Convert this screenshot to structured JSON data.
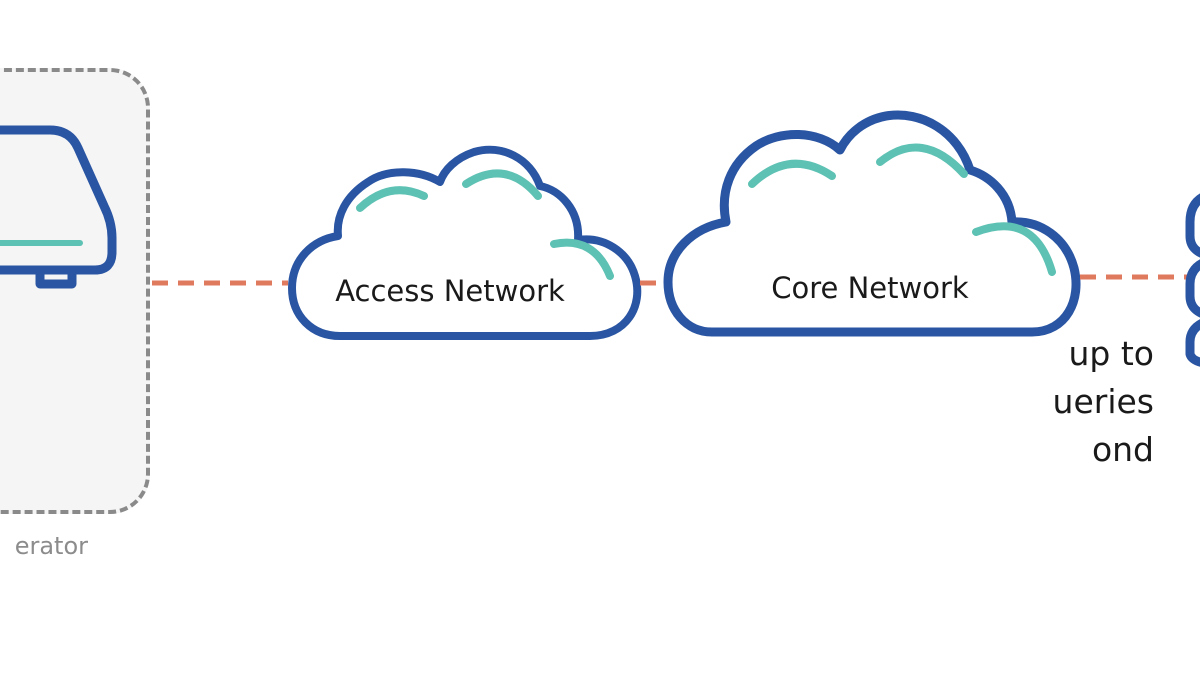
{
  "generator": {
    "text_lines": [
      "up to",
      "ueries",
      "ond"
    ],
    "caption": "erator"
  },
  "access_network": {
    "label": "Access Network"
  },
  "core_network": {
    "label": "Core Network"
  },
  "colors": {
    "cloud_outline": "#2a55a3",
    "cloud_accent": "#5dc1b3",
    "link_dashed": "#e07a5f",
    "box_border": "#8a8a8a",
    "box_fill": "#f5f5f5"
  },
  "icons": [
    "server-icon",
    "cloud-icon",
    "cloud-icon",
    "server-stack-icon"
  ]
}
